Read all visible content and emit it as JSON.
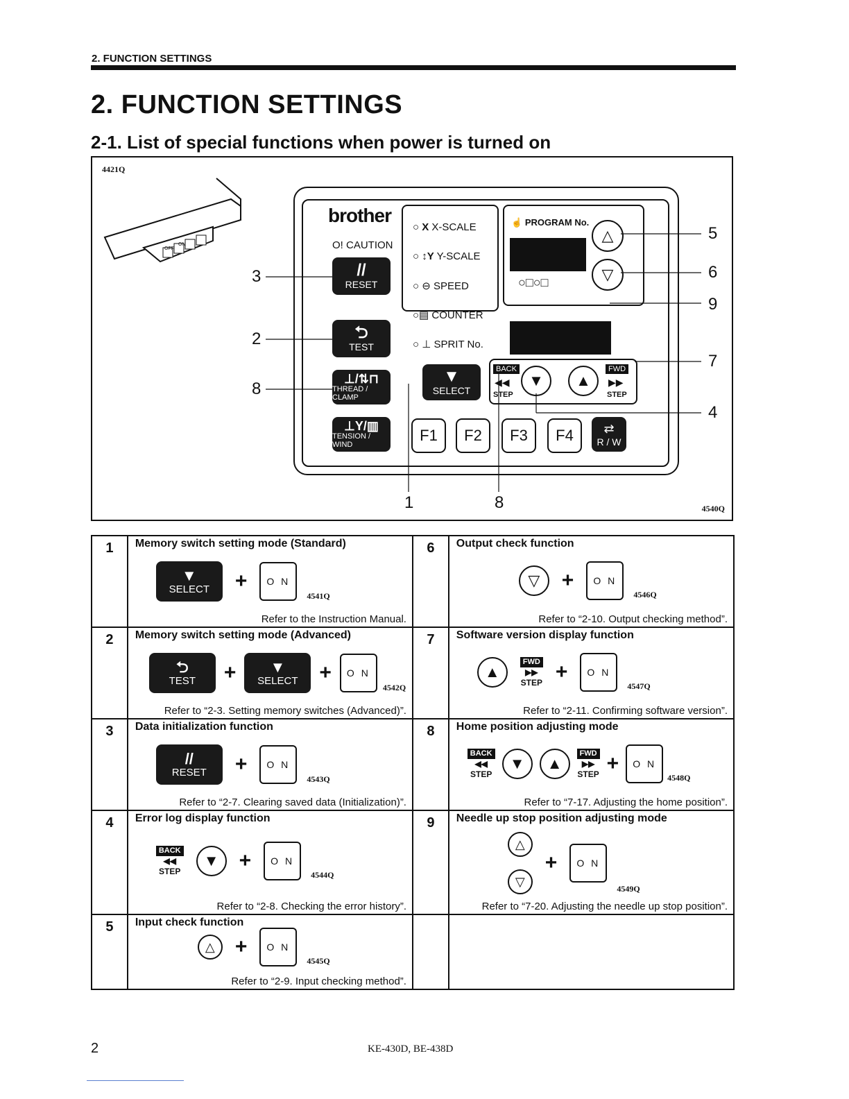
{
  "header": {
    "running_title": "2. FUNCTION SETTINGS"
  },
  "title": "2. FUNCTION SETTINGS",
  "subtitle": "2-1. List of special functions when power is turned on",
  "figure": {
    "code_left": "4421Q",
    "code_right": "4540Q",
    "brand": "brother",
    "caution": "O! CAUTION",
    "reset_label": "RESET",
    "test_label": "TEST",
    "thread_label": "THREAD / CLAMP",
    "tension_label": "TENSION / WIND",
    "select_label": "SELECT",
    "xscale": "X-SCALE",
    "yscale": "Y-SCALE",
    "speed": "SPEED",
    "counter": "COUNTER",
    "sprit": "SPRIT No.",
    "program_no": "PROGRAM No.",
    "back": "BACK",
    "fwd": "FWD",
    "step": "STEP",
    "f1": "F1",
    "f2": "F2",
    "f3": "F3",
    "f4": "F4",
    "rw": "R / W",
    "off_tag": "OFF",
    "on_tag": "ON",
    "callouts": {
      "c1": "1",
      "c2": "2",
      "c3": "3",
      "c4": "4",
      "c5": "5",
      "c6": "6",
      "c7": "7",
      "c8a": "8",
      "c8b": "8",
      "c9": "9"
    }
  },
  "table": {
    "on_key": "O N",
    "plus": "+",
    "select": "SELECT",
    "test": "TEST",
    "reset": "RESET",
    "back": "BACK",
    "fwd": "FWD",
    "step": "STEP",
    "rows": [
      {
        "num": "1",
        "title": "Memory switch setting mode (Standard)",
        "code": "4541Q",
        "ref": "Refer to the Instruction Manual."
      },
      {
        "num": "2",
        "title": "Memory switch setting mode (Advanced)",
        "code": "4542Q",
        "ref": "Refer to “2-3. Setting memory switches (Advanced)”."
      },
      {
        "num": "3",
        "title": "Data initialization function",
        "code": "4543Q",
        "ref": "Refer to “2-7. Clearing saved data (Initialization)”."
      },
      {
        "num": "4",
        "title": "Error log display function",
        "code": "4544Q",
        "ref": "Refer to “2-8. Checking the error history”."
      },
      {
        "num": "5",
        "title": "Input check function",
        "code": "4545Q",
        "ref": "Refer to “2-9. Input checking method”."
      },
      {
        "num": "6",
        "title": "Output check function",
        "code": "4546Q",
        "ref": "Refer to “2-10. Output checking method”."
      },
      {
        "num": "7",
        "title": "Software version display function",
        "code": "4547Q",
        "ref": "Refer to “2-11. Confirming software version”."
      },
      {
        "num": "8",
        "title": "Home position adjusting mode",
        "code": "4548Q",
        "ref": "Refer to “7-17. Adjusting the home position”."
      },
      {
        "num": "9",
        "title": "Needle up stop position adjusting mode",
        "code": "4549Q",
        "ref": "Refer to “7-20. Adjusting the needle up stop position”."
      }
    ]
  },
  "footer": {
    "page": "2",
    "model": "KE-430D, BE-438D"
  }
}
